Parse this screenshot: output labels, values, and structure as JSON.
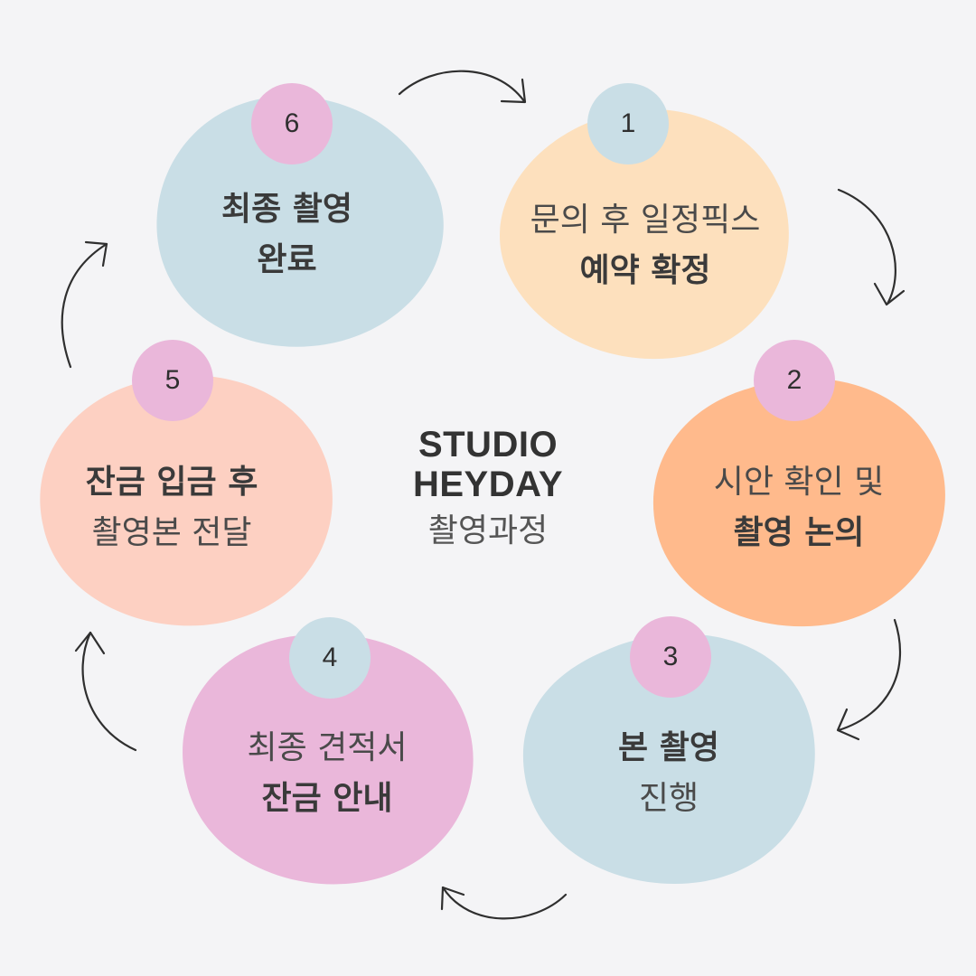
{
  "center": {
    "brand_line1": "STUDIO",
    "brand_line2": "HEYDAY",
    "subtitle": "촬영과정"
  },
  "steps": [
    {
      "number": "1",
      "line1": "문의 후 일정픽스",
      "line2": "예약 확정",
      "blob_color": "#fde0bd",
      "badge_color": "#c9dee6"
    },
    {
      "number": "2",
      "line1": "시안 확인 및",
      "line2": "촬영 논의",
      "blob_color": "#ffba8c",
      "badge_color": "#eab7da"
    },
    {
      "number": "3",
      "line1": "본 촬영",
      "line2": "진행",
      "blob_color": "#c9dee6",
      "badge_color": "#eab7da"
    },
    {
      "number": "4",
      "line1": "최종 견적서",
      "line2": "잔금 안내",
      "blob_color": "#eab7da",
      "badge_color": "#c9dee6"
    },
    {
      "number": "5",
      "line1": "잔금 입금 후",
      "line2": "촬영본 전달",
      "blob_color": "#fdd0c2",
      "badge_color": "#eab7da"
    },
    {
      "number": "6",
      "line1": "최종 촬영",
      "line2": "완료",
      "blob_color": "#c9dee6",
      "badge_color": "#eab7da"
    }
  ],
  "colors": {
    "background": "#f4f4f6",
    "arrow": "#2f2f2f",
    "text": "#3a3a3a"
  }
}
